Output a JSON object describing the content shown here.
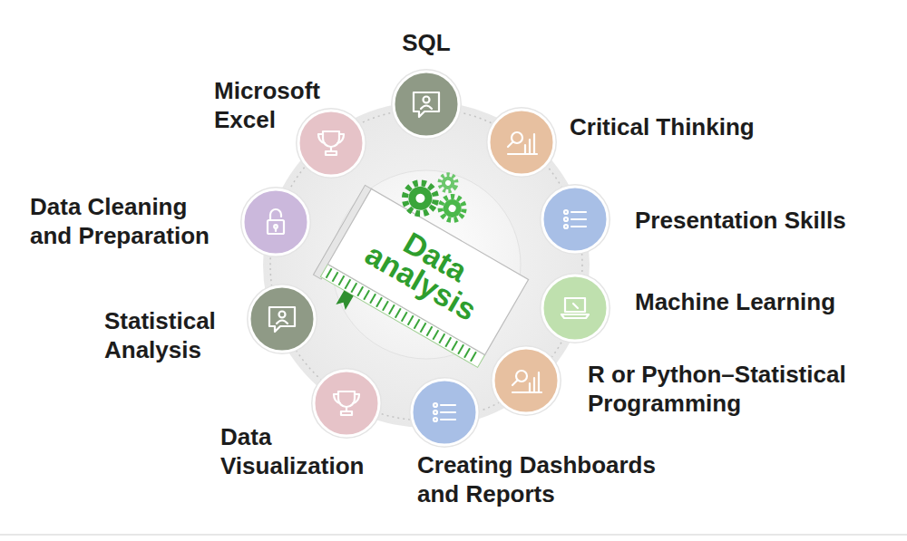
{
  "diagram": {
    "nodes": [
      {
        "text": [
          "SQL"
        ]
      },
      {
        "text": [
          "Critical Thinking"
        ]
      },
      {
        "text": [
          "Presentation Skills"
        ]
      },
      {
        "text": [
          "Machine Learning"
        ]
      },
      {
        "text": [
          "R or Python–Statistical Programming"
        ]
      },
      {
        "text": [
          "Creating Dashboards and Reports"
        ]
      },
      {
        "text": [
          "Data Visualization"
        ]
      },
      {
        "text": [
          "Statistical Analysis"
        ]
      },
      {
        "text": [
          "Data Cleaning and Preparation"
        ]
      },
      {
        "text": [
          "Microsoft Excel"
        ]
      }
    ],
    "labels": [
      "Data analysis"
    ]
  }
}
